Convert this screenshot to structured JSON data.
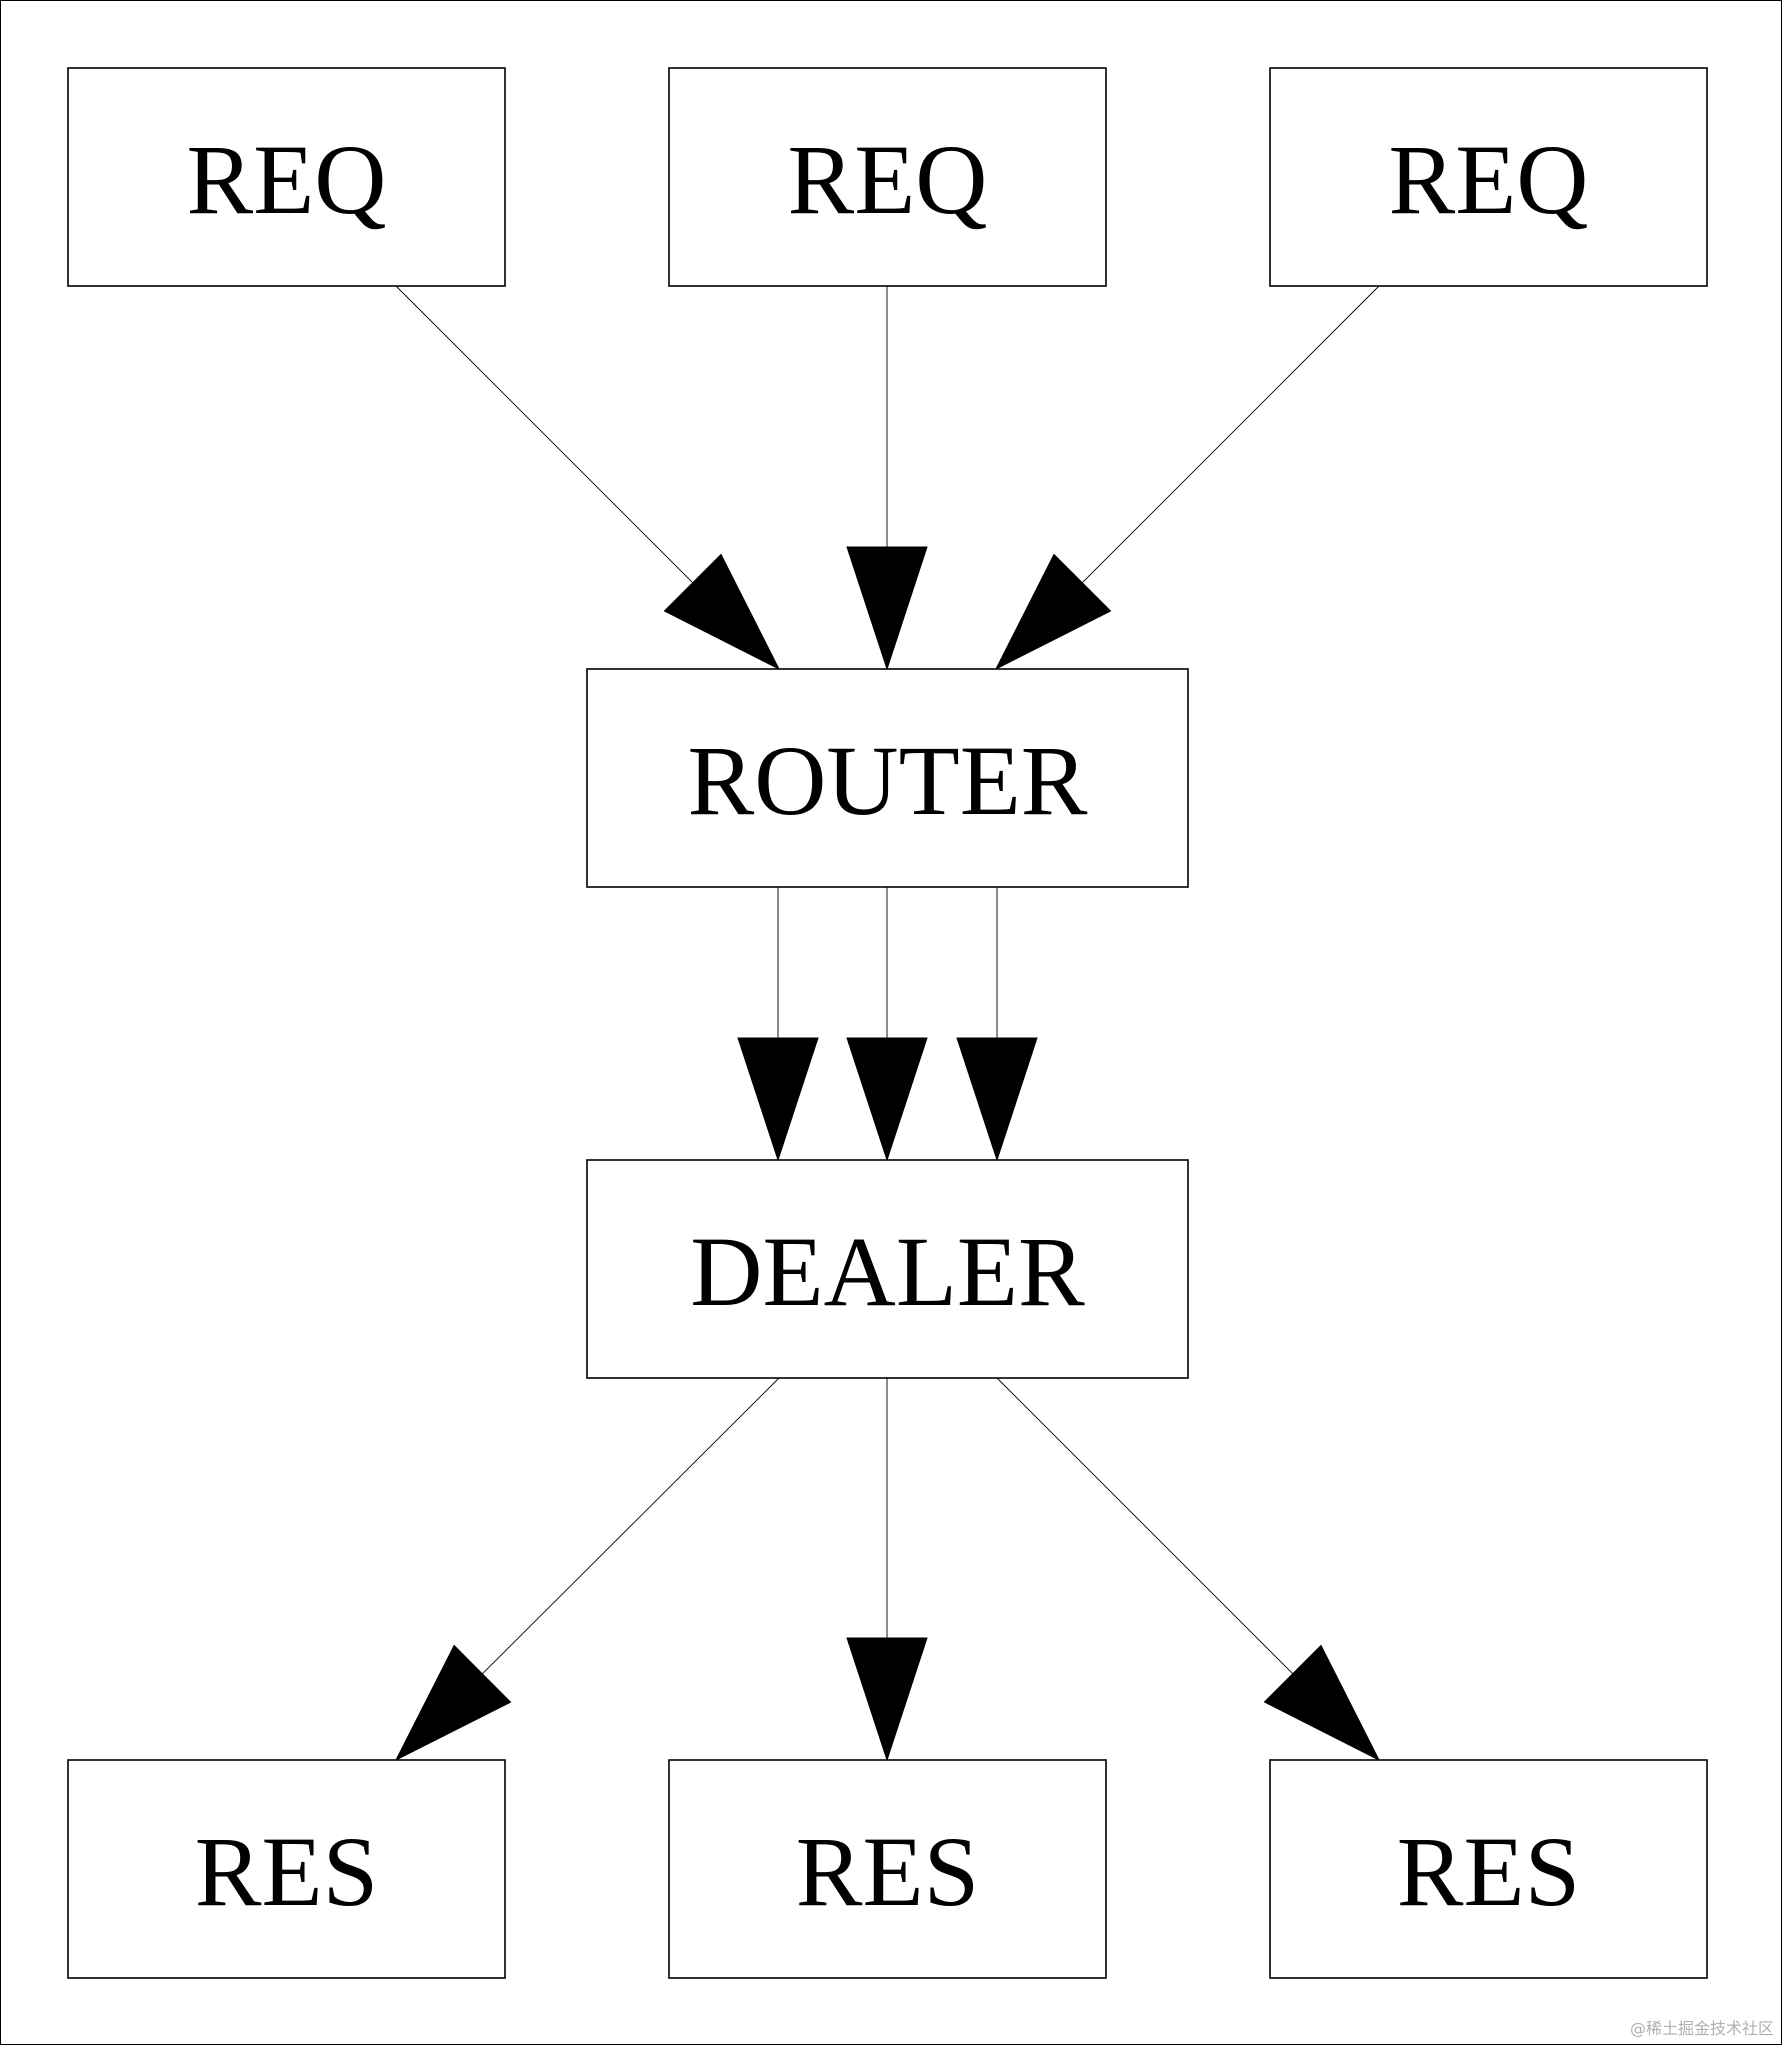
{
  "nodes": [
    {
      "id": "req1",
      "label": "REQ"
    },
    {
      "id": "req2",
      "label": "REQ"
    },
    {
      "id": "req3",
      "label": "REQ"
    },
    {
      "id": "router",
      "label": "ROUTER"
    },
    {
      "id": "dealer",
      "label": "DEALER"
    },
    {
      "id": "res1",
      "label": "RES"
    },
    {
      "id": "res2",
      "label": "RES"
    },
    {
      "id": "res3",
      "label": "RES"
    }
  ],
  "edges": [
    {
      "from": "req1",
      "to": "router"
    },
    {
      "from": "req2",
      "to": "router"
    },
    {
      "from": "req3",
      "to": "router"
    },
    {
      "from": "router",
      "to": "dealer"
    },
    {
      "from": "router",
      "to": "dealer"
    },
    {
      "from": "router",
      "to": "dealer"
    },
    {
      "from": "dealer",
      "to": "res1"
    },
    {
      "from": "dealer",
      "to": "res2"
    },
    {
      "from": "dealer",
      "to": "res3"
    }
  ],
  "watermark": "@稀土掘金技术社区"
}
